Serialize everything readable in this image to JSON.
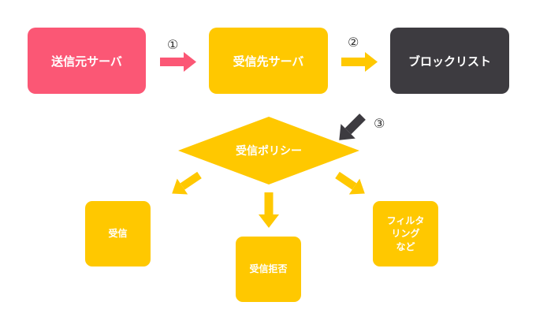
{
  "nodes": {
    "sender": "送信元サーバ",
    "receiver_server": "受信先サーバ",
    "blocklist": "ブロックリスト",
    "policy": "受信ポリシー",
    "accept": "受信",
    "reject": "受信拒否",
    "filter_lines": [
      "フィルタ",
      "リング",
      "など"
    ]
  },
  "steps": {
    "step1": "①",
    "step2": "②",
    "step3": "③"
  },
  "colors": {
    "sender": "#FB5775",
    "yellow": "#FFC800",
    "dark": "#3D3B40",
    "arrow_pink": "#FB5775",
    "arrow_yellow": "#FFC800",
    "arrow_dark": "#3D3B40"
  }
}
